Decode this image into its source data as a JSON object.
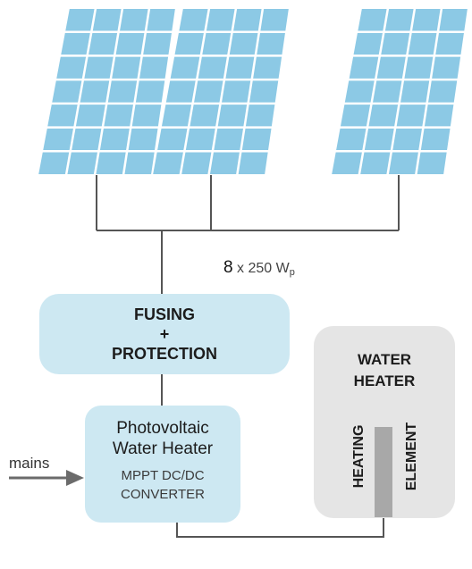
{
  "colors": {
    "panel_fill": "#8cc9e5",
    "panel_grid": "#ffffff",
    "box_fill": "#cde8f2",
    "heater_fill": "#e5e5e5",
    "wire": "#555555",
    "arrow": "#6b6b6b",
    "element": "#a8a8a8"
  },
  "panels": [
    {
      "name": "solar-panel-1",
      "icon": "solar-panel-icon"
    },
    {
      "name": "solar-panel-2",
      "icon": "solar-panel-icon"
    },
    {
      "name": "solar-panel-3",
      "icon": "solar-panel-icon"
    }
  ],
  "rating": {
    "count": "8",
    "rest": "x 250 W",
    "sub": "p"
  },
  "fusing": {
    "line1": "FUSING",
    "line2": "+",
    "line3": "PROTECTION"
  },
  "pv_heater": {
    "title1": "Photovoltaic",
    "title2": "Water Heater",
    "sub1": "MPPT DC/DC",
    "sub2": "CONVERTER"
  },
  "water_heater": {
    "line1": "WATER",
    "line2": "HEATER",
    "heating": "HEATING",
    "element": "ELEMENT"
  },
  "mains": {
    "label": "mains"
  }
}
